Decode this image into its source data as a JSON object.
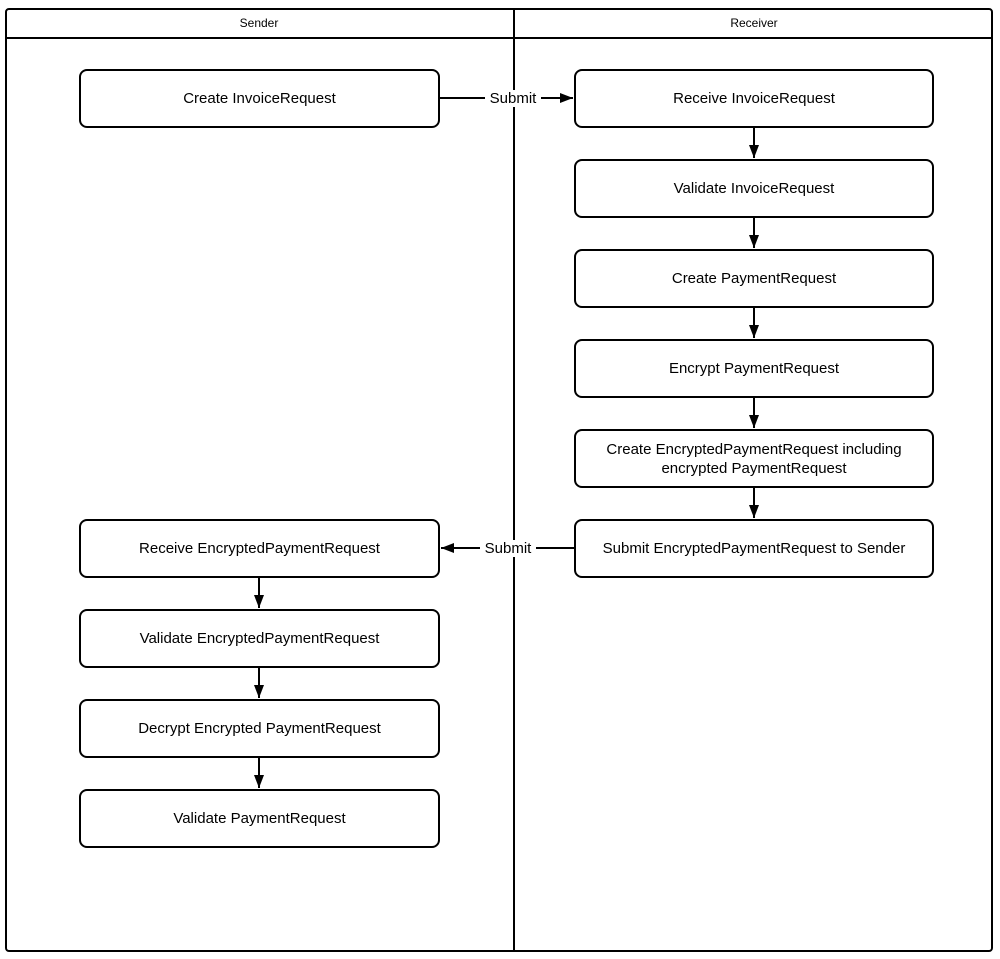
{
  "diagram": {
    "lanes": {
      "sender": {
        "title": "Sender",
        "nodes": {
          "create_invoice_request": "Create InvoiceRequest",
          "receive_encrypted_payment_request": "Receive EncryptedPaymentRequest",
          "validate_encrypted_payment_request": "Validate EncryptedPaymentRequest",
          "decrypt_encrypted_payment_request": "Decrypt Encrypted PaymentRequest",
          "validate_payment_request": "Validate PaymentRequest"
        }
      },
      "receiver": {
        "title": "Receiver",
        "nodes": {
          "receive_invoice_request": "Receive InvoiceRequest",
          "validate_invoice_request": "Validate InvoiceRequest",
          "create_payment_request": "Create PaymentRequest",
          "encrypt_payment_request": "Encrypt PaymentRequest",
          "create_encrypted_payment_request": "Create EncryptedPaymentRequest including encrypted PaymentRequest",
          "submit_encrypted_payment_request_to_sender": "Submit EncryptedPaymentRequest to Sender"
        }
      }
    },
    "edge_labels": {
      "submit_invoice": "Submit",
      "submit_encrypted_payment": "Submit"
    },
    "colors": {
      "line": "#000000",
      "node_fill": "#ffffff",
      "text": "#000000"
    }
  }
}
